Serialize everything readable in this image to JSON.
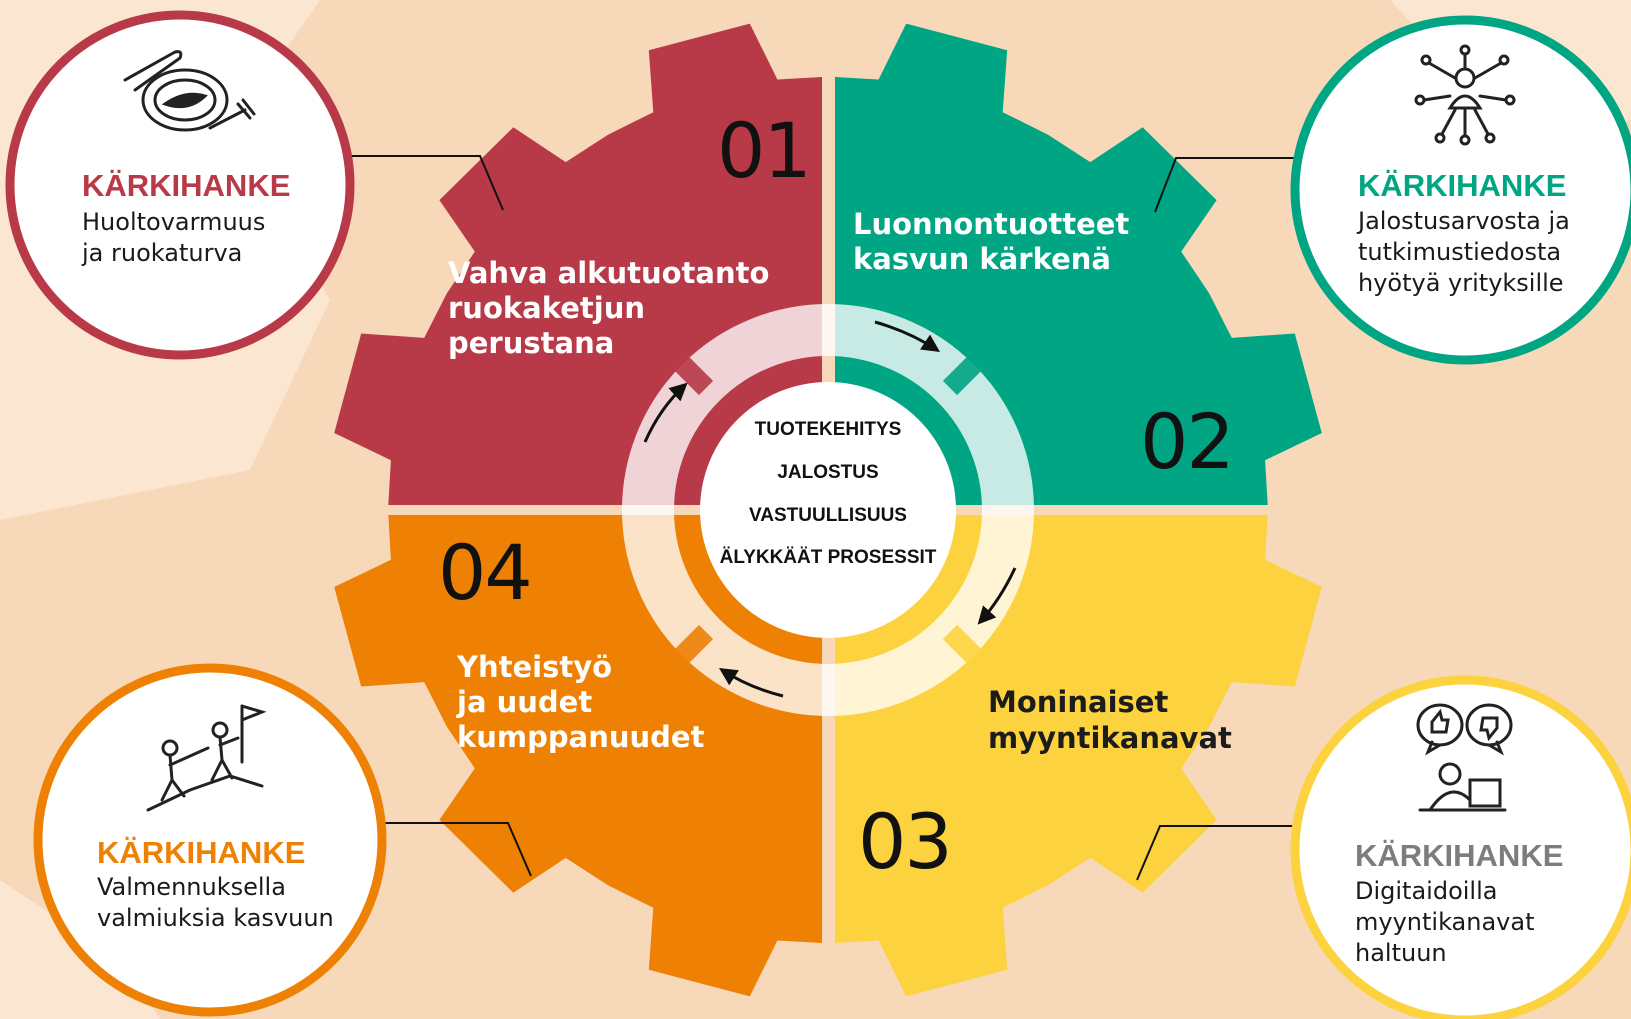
{
  "colors": {
    "red": "#b83a48",
    "green": "#00a583",
    "yellow": "#fcd33f",
    "orange": "#ee8004",
    "grey_heading": "#7d7d7d",
    "background": "#f7d8b8"
  },
  "center": {
    "lines": [
      "TUOTEKEHITYS",
      "JALOSTUS",
      "VASTUULLISUUS",
      "ÄLYKKÄÄT PROSESSIT"
    ]
  },
  "quadrants": [
    {
      "number": "01",
      "title_lines": [
        "Vahva alkutuotanto",
        "ruokaketjun",
        "perustana"
      ],
      "color": "#b83a48"
    },
    {
      "number": "02",
      "title_lines": [
        "Luonnontuotteet",
        "kasvun kärkenä"
      ],
      "color": "#00a583"
    },
    {
      "number": "03",
      "title_lines": [
        "Moninaiset",
        "myyntikanavat"
      ],
      "color": "#fcd33f"
    },
    {
      "number": "04",
      "title_lines": [
        "Yhteistyö",
        "ja uudet",
        "kumppanuudet"
      ],
      "color": "#ee8004"
    }
  ],
  "cards": [
    {
      "heading": "KÄRKIHANKE",
      "lines": [
        "Huoltovarmuus",
        "ja ruokaturva"
      ],
      "color": "#b83a48",
      "icon": "plate-carrot-icon"
    },
    {
      "heading": "KÄRKIHANKE",
      "lines": [
        "Jalostusarvosta ja",
        "tutkimustiedosta",
        "hyötyä yrityksille"
      ],
      "color": "#00a583",
      "icon": "network-person-icon"
    },
    {
      "heading": "KÄRKIHANKE",
      "lines": [
        "Digitaidoilla",
        "myyntikanavat",
        "haltuun"
      ],
      "color": "#fcd33f",
      "heading_color": "#7d7d7d",
      "icon": "feedback-laptop-icon"
    },
    {
      "heading": "KÄRKIHANKE",
      "lines": [
        "Valmennuksella",
        "valmiuksia kasvuun"
      ],
      "color": "#ee8004",
      "icon": "climbing-team-icon"
    }
  ]
}
